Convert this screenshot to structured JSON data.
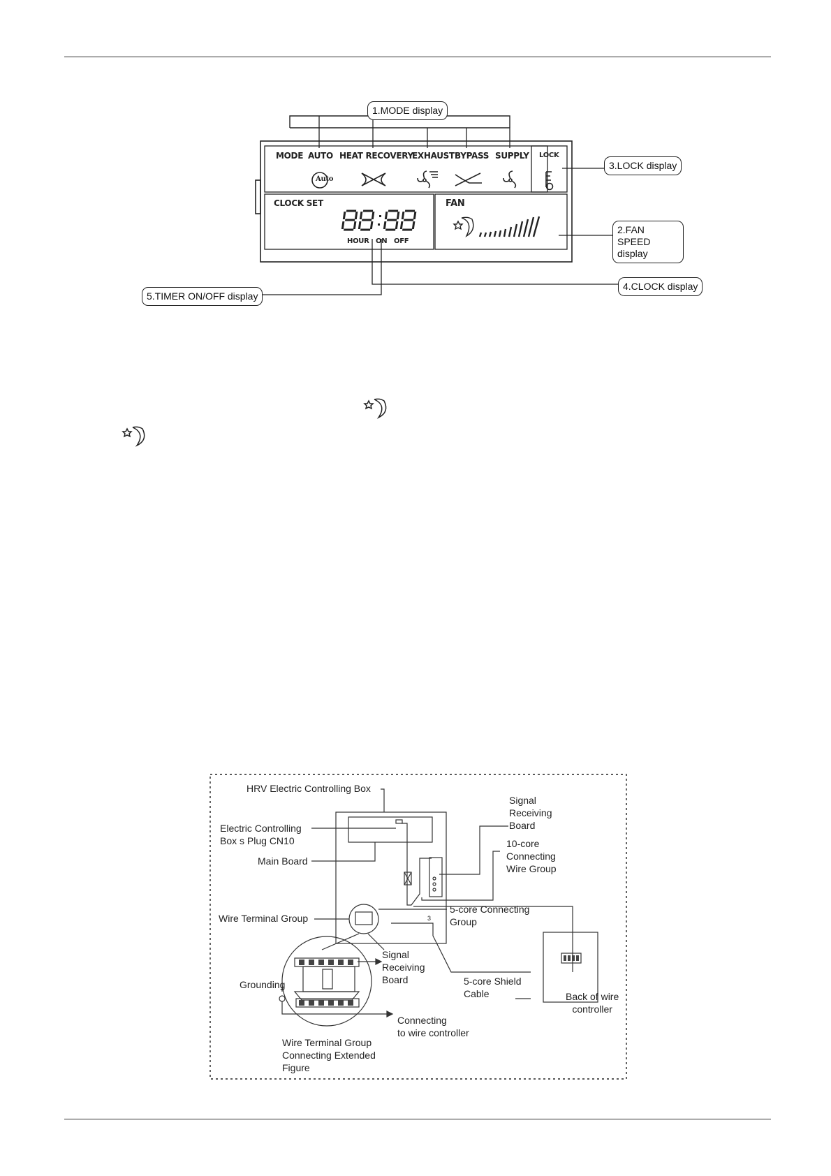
{
  "panel": {
    "mode_labels": [
      "MODE",
      "AUTO",
      "HEAT RECOVERY",
      "EXHAUST",
      "BYPASS",
      "SUPPLY"
    ],
    "lock_label": "LOCK",
    "clock_set_label": "CLOCK SET",
    "clock_digits": "88:88",
    "timer_labels": [
      "HOUR",
      "ON",
      "OFF"
    ],
    "fan_label": "FAN",
    "auto_icon_text": "Auto"
  },
  "callouts": {
    "mode": "1.MODE display",
    "lock": "3.LOCK display",
    "fan_speed_line1": "2.FAN SPEED",
    "fan_speed_line2": "display",
    "clock": "4.CLOCK display",
    "timer": "5.TIMER ON/OFF display"
  },
  "wiring": {
    "hrv_box": "HRV Electric Controlling Box",
    "plug_line1": "Electric Controlling",
    "plug_line2": "Box s Plug CN10",
    "main_board": "Main Board",
    "signal_board_top": [
      "Signal",
      "Receiving",
      "Board"
    ],
    "ten_core": [
      "10-core",
      "Connecting",
      "Wire Group"
    ],
    "five_core_group": [
      "5-core Connecting",
      "Group"
    ],
    "pin_number": "3",
    "terminal_group": "Wire Terminal Group",
    "signal_board_bottom": [
      "Signal",
      "Receiving",
      "Board"
    ],
    "grounding": "Grounding",
    "shield_cable": [
      "5-core Shield",
      "Cable"
    ],
    "back_controller": [
      "Back of wire",
      "controller"
    ],
    "connecting": [
      "Connecting",
      "to wire controller"
    ],
    "extended_figure": [
      "Wire Terminal Group",
      "Connecting Extended",
      "Figure"
    ]
  }
}
